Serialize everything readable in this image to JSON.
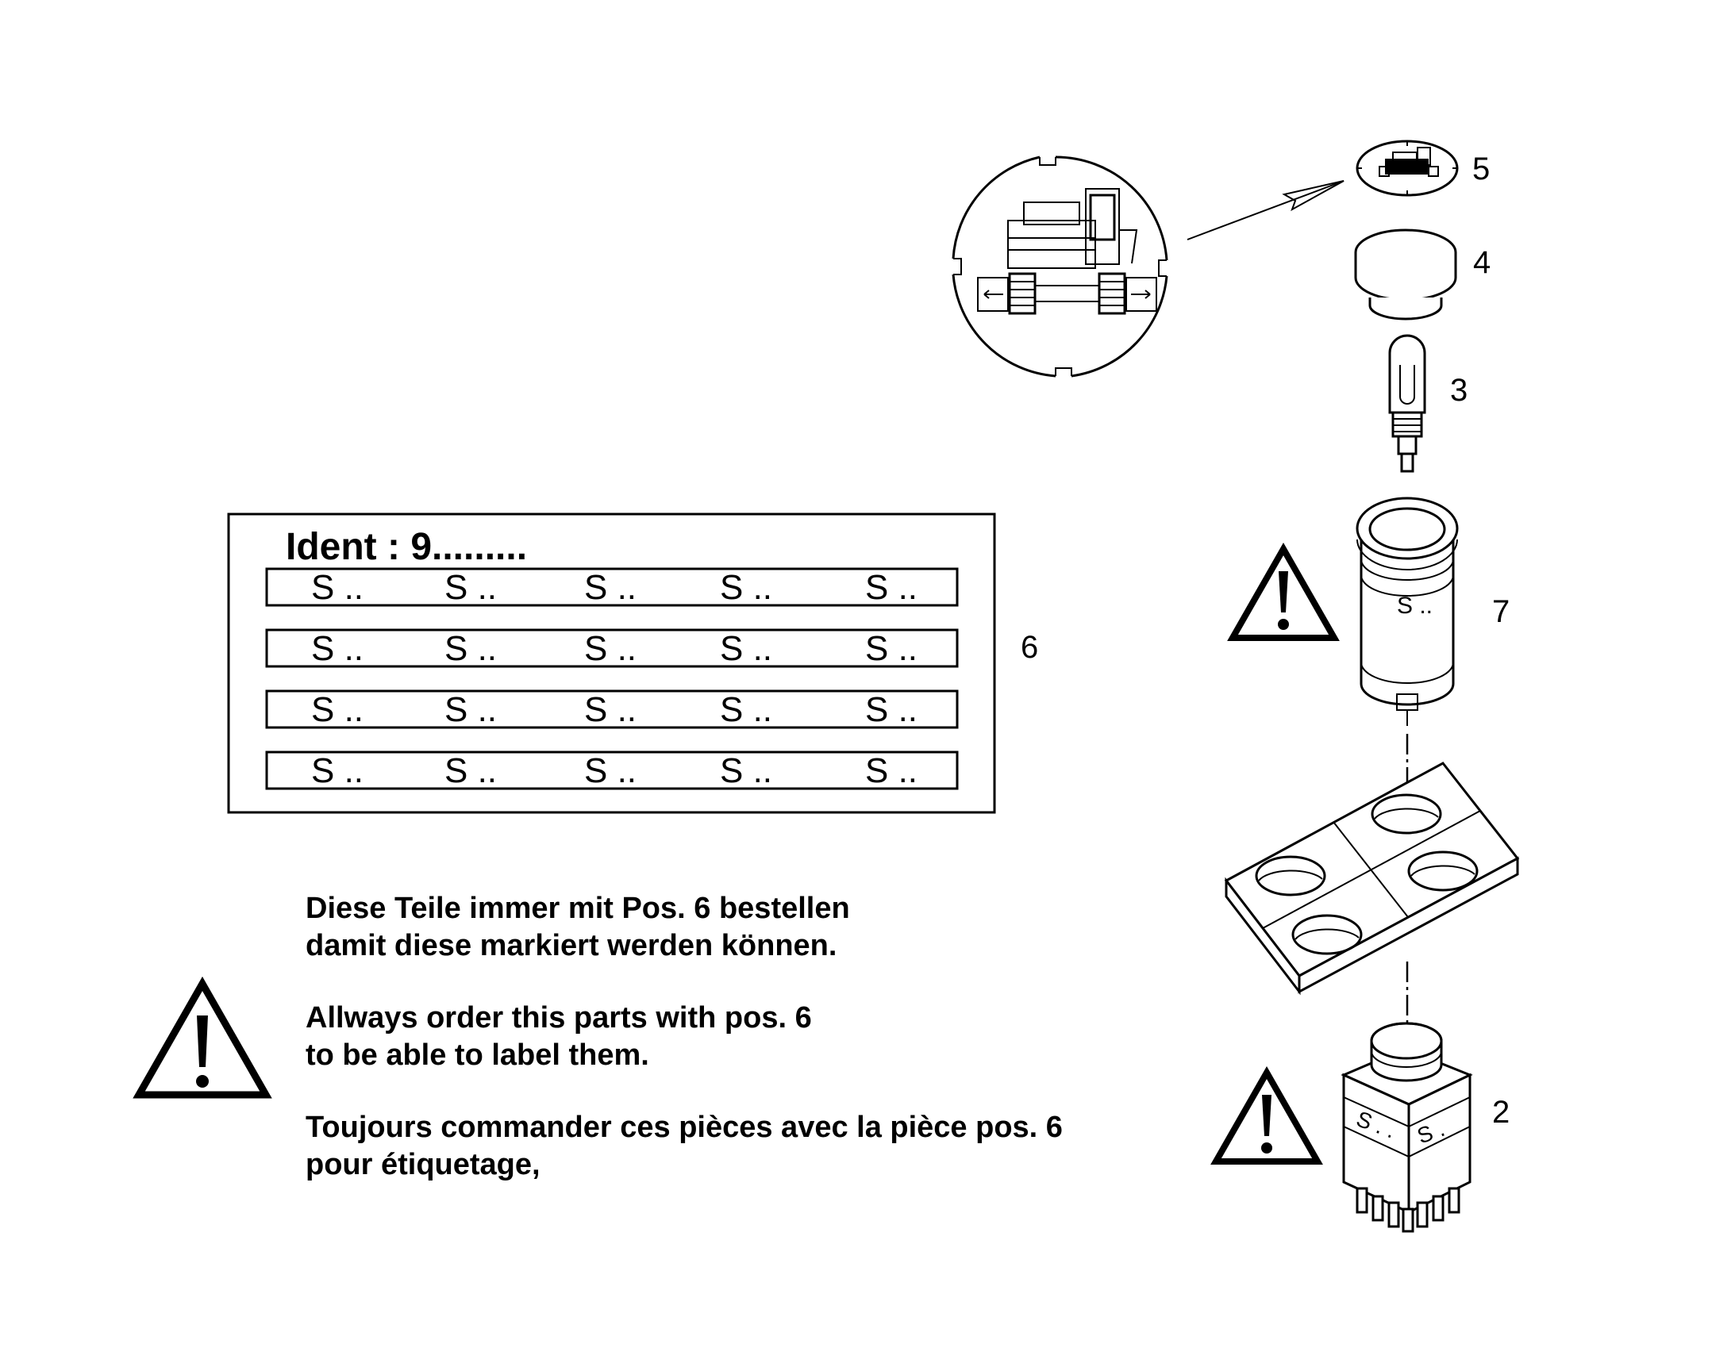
{
  "label_panel": {
    "ident": "Ident : 9.........",
    "slot_text": "S ..",
    "rows": 4,
    "cols": 5
  },
  "callouts": {
    "p2": "2",
    "p3": "3",
    "p4": "4",
    "p5": "5",
    "p6": "6",
    "p7": "7"
  },
  "part_marks": {
    "part7_marking": "S ..",
    "part2_marking_left": "S . .",
    "part2_marking_right": "S ."
  },
  "notes": {
    "de_line1": "Diese Teile immer mit Pos. 6 bestellen",
    "de_line2": "damit diese markiert werden können.",
    "en_line1": "Allways order this parts with pos. 6",
    "en_line2": "to be able to label them.",
    "fr_line1": "Toujours commander ces pièces avec la pièce pos. 6",
    "fr_line2": "pour étiquetage,"
  },
  "icons": [
    "warning-triangle-icon",
    "excavator-symbol-icon"
  ]
}
